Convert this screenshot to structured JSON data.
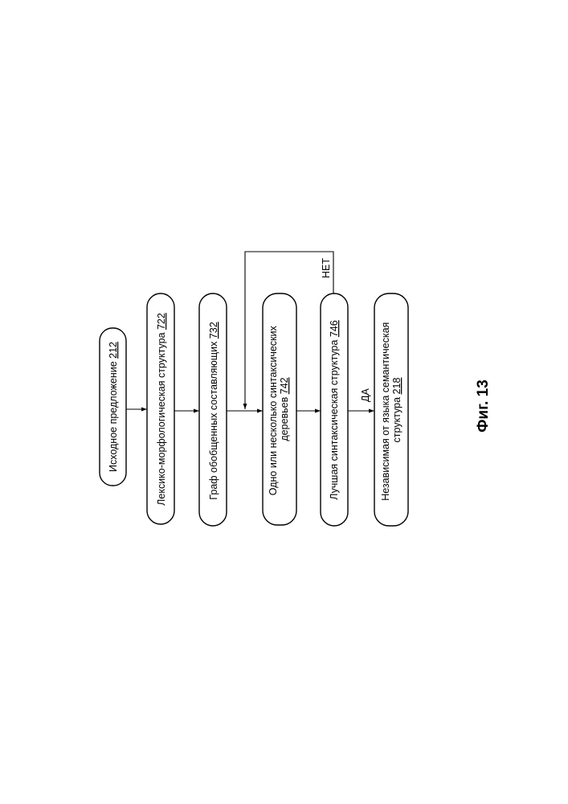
{
  "nodes": {
    "source": {
      "text": "Исходное предложение",
      "ref": "212"
    },
    "lexmorph": {
      "text": "Лексико-морфологическая структура",
      "ref": "722"
    },
    "graph": {
      "text": "Граф обобщенных составляющих",
      "ref": "732"
    },
    "trees": {
      "line1": "Одно или несколько синтаксических",
      "line2": "деревьев",
      "ref": "742"
    },
    "best": {
      "text": "Лучшая синтаксическая структура",
      "ref": "746"
    },
    "semantic": {
      "line1": "Независимая от языка семантическая",
      "line2": "структура",
      "ref": "218"
    }
  },
  "edges": {
    "yes_label": "ДА",
    "no_label": "НЕТ"
  },
  "figure_caption": "Фиг. 13"
}
